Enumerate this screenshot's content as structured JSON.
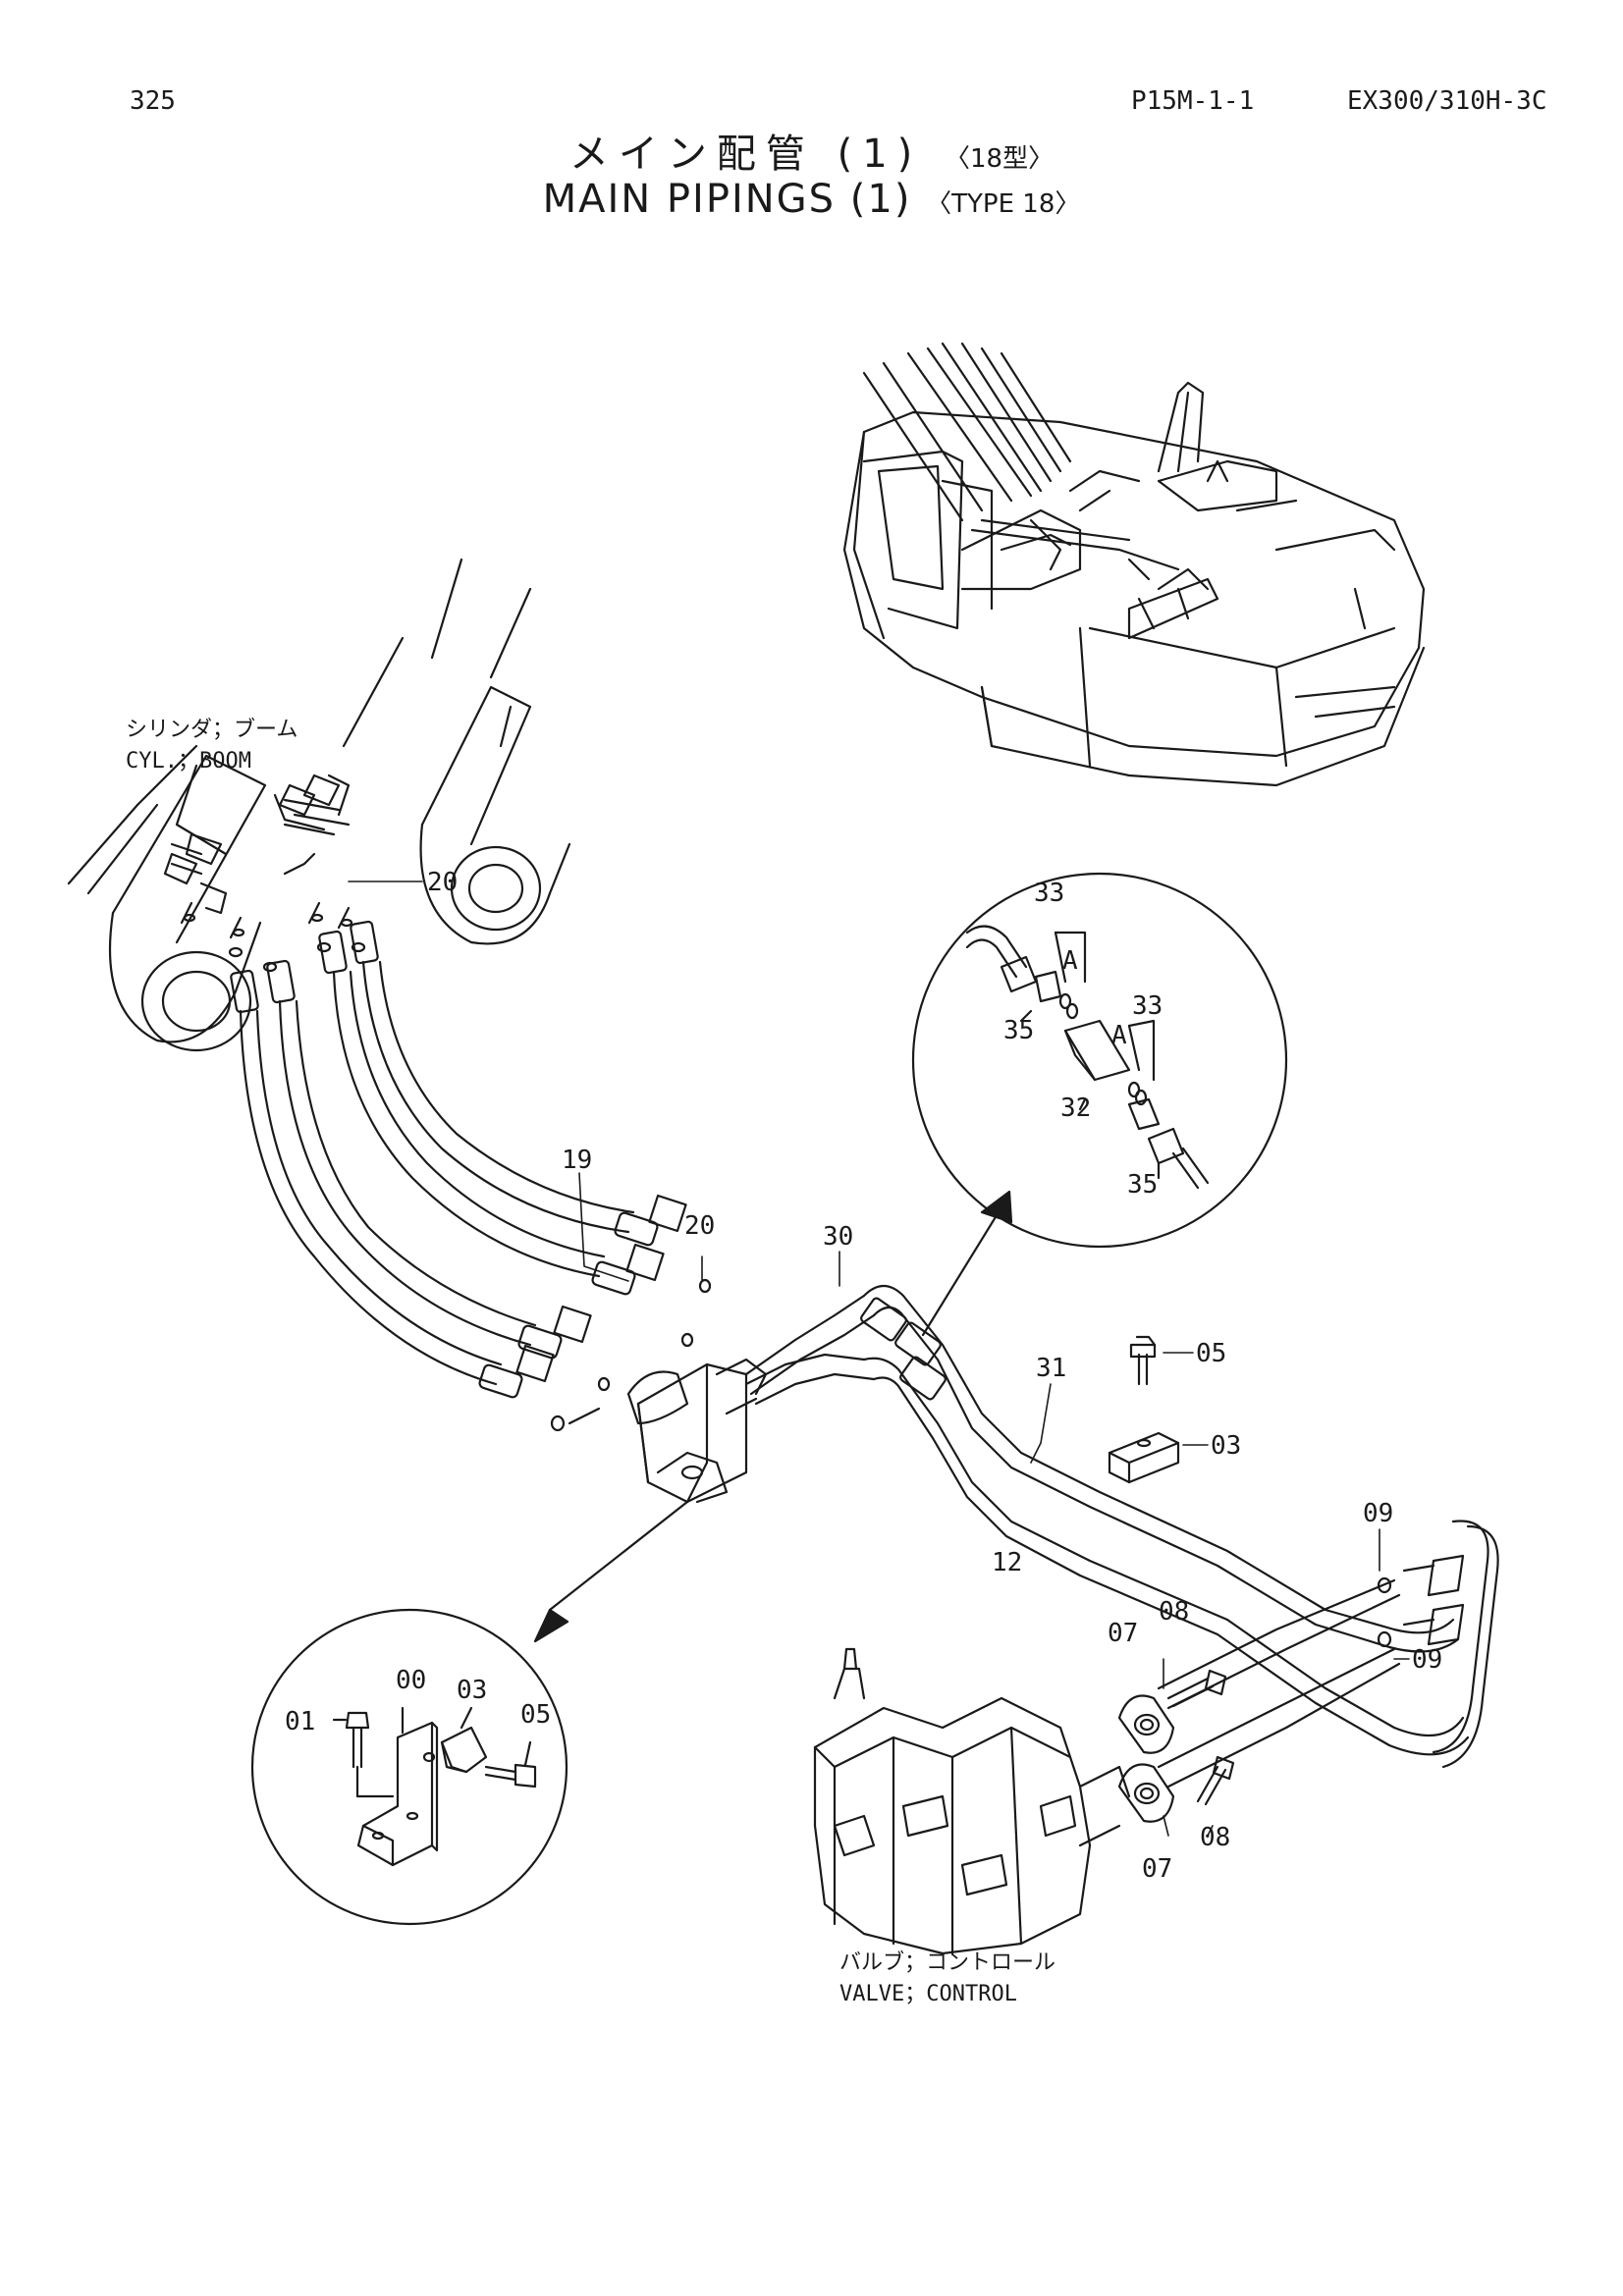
{
  "header": {
    "page_number": "325",
    "figure_code": "P15M-1-1",
    "model": "EX300/310H-3C"
  },
  "title": {
    "japanese": "メイン配管 (1)",
    "japanese_sub": "〈18型〉",
    "english": "MAIN PIPINGS (1)",
    "english_sub": "〈TYPE 18〉"
  },
  "labels": {
    "cylinder_jp": "シリンダ；ブーム",
    "cylinder_en": "CYL.；BOOM",
    "valve_jp": "バルブ；コントロール",
    "valve_en": "VALVE；CONTROL"
  },
  "detail_a": {
    "mark": "A"
  },
  "callouts": [
    {
      "id": "c20a",
      "num": "20"
    },
    {
      "id": "c19",
      "num": "19"
    },
    {
      "id": "c20b",
      "num": "20"
    },
    {
      "id": "c30",
      "num": "30"
    },
    {
      "id": "c31",
      "num": "31"
    },
    {
      "id": "c12",
      "num": "12"
    },
    {
      "id": "c05a",
      "num": "05"
    },
    {
      "id": "c03a",
      "num": "03"
    },
    {
      "id": "c09a",
      "num": "09"
    },
    {
      "id": "c09b",
      "num": "09"
    },
    {
      "id": "c07a",
      "num": "07"
    },
    {
      "id": "c08a",
      "num": "08"
    },
    {
      "id": "c07b",
      "num": "07"
    },
    {
      "id": "c08b",
      "num": "08"
    },
    {
      "id": "c33a",
      "num": "33"
    },
    {
      "id": "c33b",
      "num": "33"
    },
    {
      "id": "c35a",
      "num": "35"
    },
    {
      "id": "c32",
      "num": "32"
    },
    {
      "id": "c35b",
      "num": "35"
    },
    {
      "id": "c01",
      "num": "01"
    },
    {
      "id": "c00",
      "num": "00"
    },
    {
      "id": "c03b",
      "num": "03"
    },
    {
      "id": "c05b",
      "num": "05"
    }
  ]
}
